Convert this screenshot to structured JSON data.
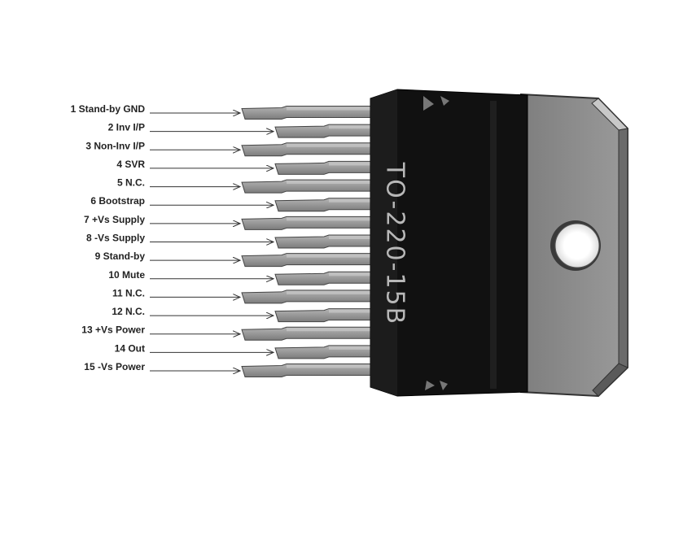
{
  "package": {
    "label": "TO-220-15B"
  },
  "pins": [
    {
      "number": "1",
      "name": "Stand-by GND",
      "text": "1 Stand-by GND"
    },
    {
      "number": "2",
      "name": "Inv I/P",
      "text": "2 Inv I/P"
    },
    {
      "number": "3",
      "name": "Non-Inv I/P",
      "text": "3 Non-Inv I/P"
    },
    {
      "number": "4",
      "name": "SVR",
      "text": "4 SVR"
    },
    {
      "number": "5",
      "name": "N.C.",
      "text": "5 N.C."
    },
    {
      "number": "6",
      "name": "Bootstrap",
      "text": "6 Bootstrap"
    },
    {
      "number": "7",
      "name": "+Vs Supply",
      "text": "7 +Vs Supply"
    },
    {
      "number": "8",
      "name": "-Vs Supply",
      "text": "8 -Vs Supply"
    },
    {
      "number": "9",
      "name": "Stand-by",
      "text": "9 Stand-by"
    },
    {
      "number": "10",
      "name": "Mute",
      "text": "10 Mute"
    },
    {
      "number": "11",
      "name": "N.C.",
      "text": "11 N.C."
    },
    {
      "number": "12",
      "name": "N.C.",
      "text": "12 N.C."
    },
    {
      "number": "13",
      "name": "+Vs Power",
      "text": "13 +Vs Power"
    },
    {
      "number": "14",
      "name": "Out",
      "text": "14 Out"
    },
    {
      "number": "15",
      "name": "-Vs Power",
      "text": "15 -Vs Power"
    }
  ],
  "colors": {
    "body": "#111111",
    "tab": "#8a8a8a",
    "pin": "#9a9a9a",
    "label_text": "#222222",
    "package_text": "#b8b8b8"
  }
}
